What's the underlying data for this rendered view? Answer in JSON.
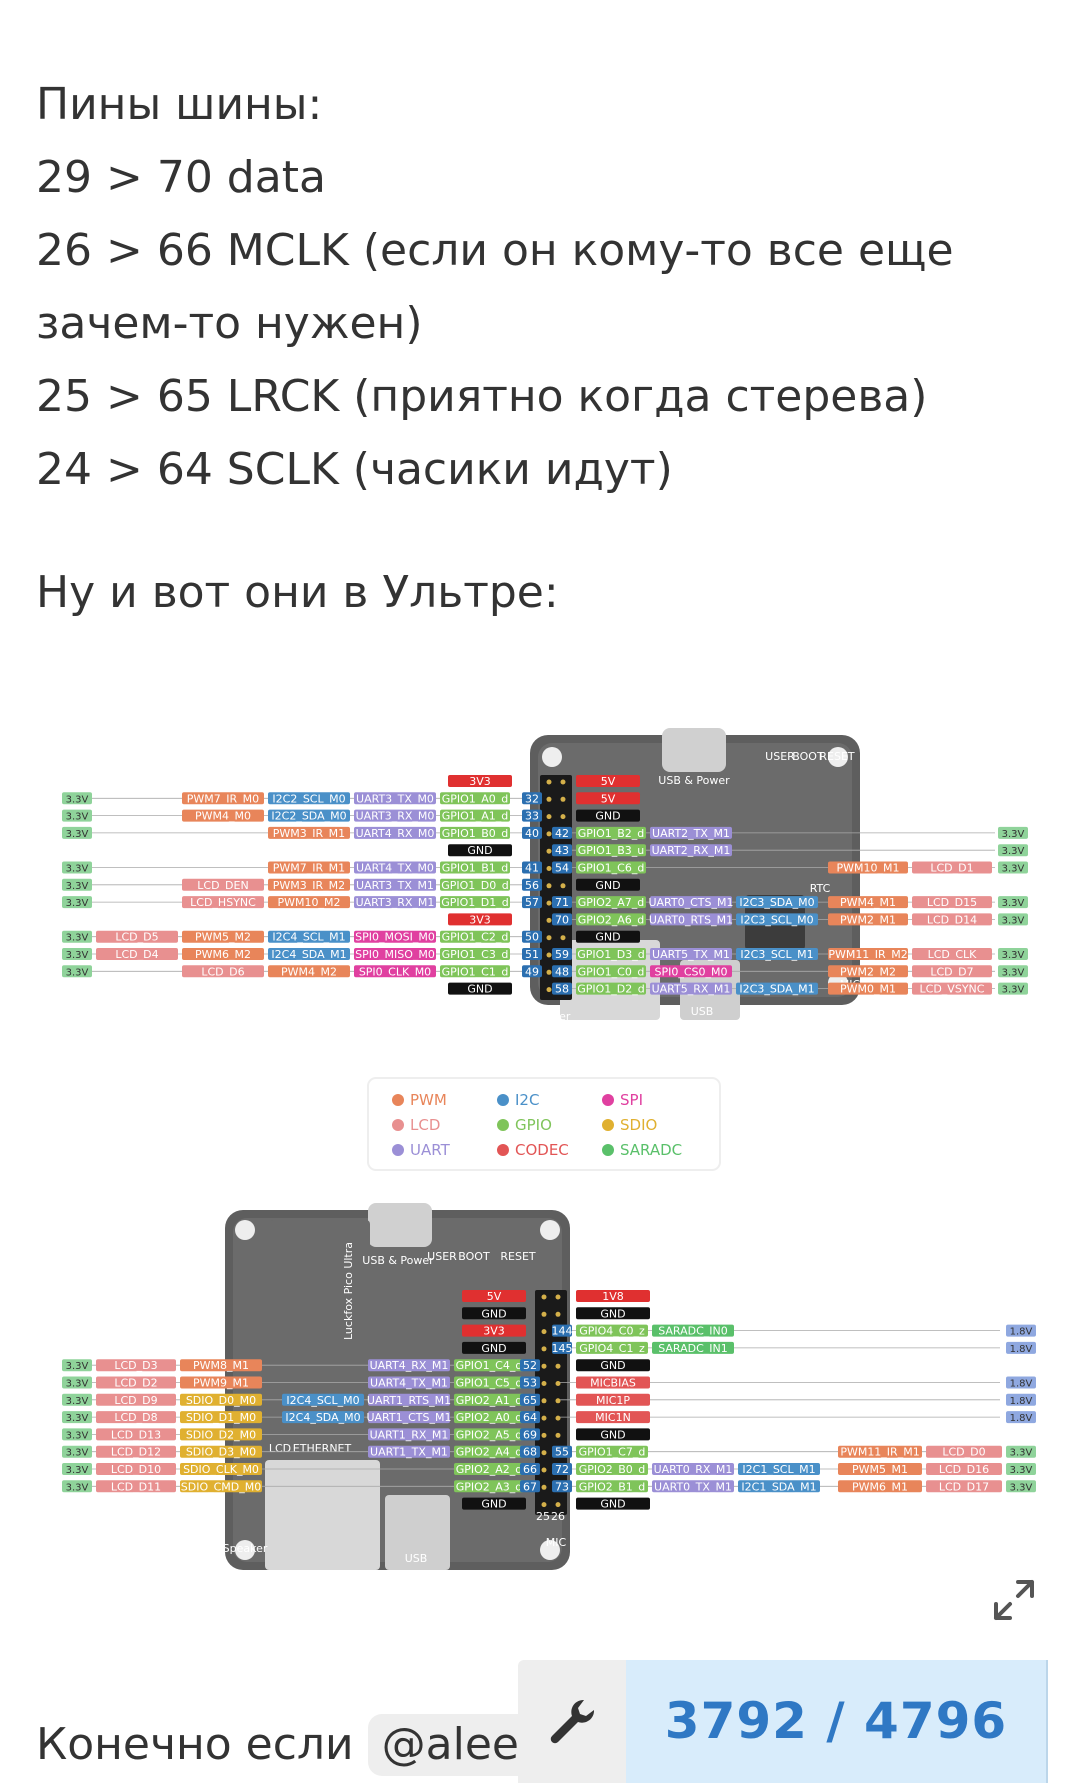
{
  "post": {
    "lines": [
      "Пины шины:",
      "29 > 70 data",
      "26 > 66 MCLK (если он кому-то все еще",
      "зачем-то нужен)",
      "25 > 65 LRCK (приятно когда стерева)",
      "24 > 64 SCLK (часики идут)"
    ],
    "line2": "Ну и вот они в Ультре:",
    "bottom_text": "Конечно если",
    "mention": "@aleev"
  },
  "pinout": {
    "colors": {
      "pwm": "#e8855a",
      "lcd": "#e89090",
      "uart": "#9b8fd6",
      "i2c": "#4a90c8",
      "gpio": "#7fc45a",
      "codec": "#e25555",
      "spi": "#e040a0",
      "sdio": "#e0b030",
      "saradc": "#5ac06a",
      "power5v": "#e03030",
      "gnd": "#111111",
      "volt": "#8fd39a",
      "v18": "#8fa8e0"
    },
    "legend": [
      {
        "label": "PWM",
        "color": "#e8855a"
      },
      {
        "label": "I2C",
        "color": "#4a90c8"
      },
      {
        "label": "SPI",
        "color": "#e040a0"
      },
      {
        "label": "LCD",
        "color": "#e89090"
      },
      {
        "label": "GPIO",
        "color": "#7fc45a"
      },
      {
        "label": "SDIO",
        "color": "#e0b030"
      },
      {
        "label": "UART",
        "color": "#9b8fd6"
      },
      {
        "label": "CODEC",
        "color": "#e25555"
      },
      {
        "label": "SARADC",
        "color": "#5ac06a"
      }
    ],
    "top_left": [
      {
        "pin": "",
        "labels": [
          "3V3"
        ]
      },
      {
        "pin": "32",
        "labels": [
          "3.3V",
          "PWM7_IR_M0",
          "I2C2_SCL_M0",
          "UART3_TX_M0",
          "GPIO1_A0_d"
        ]
      },
      {
        "pin": "33",
        "labels": [
          "3.3V",
          "PWM4_M0",
          "I2C2_SDA_M0",
          "UART3_RX_M0",
          "GPIO1_A1_d"
        ]
      },
      {
        "pin": "40",
        "labels": [
          "3.3V",
          "PWM3_IR_M1",
          "UART4_RX_M0",
          "GPIO1_B0_d"
        ]
      },
      {
        "pin": "",
        "labels": [
          "GND"
        ]
      },
      {
        "pin": "41",
        "labels": [
          "3.3V",
          "PWM7_IR_M1",
          "UART4_TX_M0",
          "GPIO1_B1_d"
        ]
      },
      {
        "pin": "56",
        "labels": [
          "3.3V",
          "LCD_DEN",
          "PWM3_IR_M2",
          "UART3_TX_M1",
          "GPIO1_D0_d"
        ]
      },
      {
        "pin": "57",
        "labels": [
          "3.3V",
          "LCD_HSYNC",
          "PWM10_M2",
          "UART3_RX_M1",
          "GPIO1_D1_d"
        ]
      },
      {
        "pin": "",
        "labels": [
          "3V3"
        ]
      },
      {
        "pin": "50",
        "labels": [
          "3.3V",
          "LCD_D5",
          "PWM5_M2",
          "I2C4_SCL_M1",
          "SPI0_MOSI_M0",
          "GPIO1_C2_d"
        ]
      },
      {
        "pin": "51",
        "labels": [
          "3.3V",
          "LCD_D4",
          "PWM6_M2",
          "I2C4_SDA_M1",
          "SPI0_MISO_M0",
          "GPIO1_C3_d"
        ]
      },
      {
        "pin": "49",
        "labels": [
          "3.3V",
          "LCD_D6",
          "PWM4_M2",
          "SPI0_CLK_M0",
          "GPIO1_C1_d"
        ]
      },
      {
        "pin": "",
        "labels": [
          "GND"
        ]
      }
    ],
    "top_right": [
      {
        "pin": "",
        "labels": [
          "5V"
        ]
      },
      {
        "pin": "",
        "labels": [
          "5V"
        ]
      },
      {
        "pin": "",
        "labels": [
          "GND"
        ]
      },
      {
        "pin": "42",
        "labels": [
          "GPIO1_B2_d",
          "UART2_TX_M1",
          "3.3V"
        ]
      },
      {
        "pin": "43",
        "labels": [
          "GPIO1_B3_u",
          "UART2_RX_M1",
          "3.3V"
        ]
      },
      {
        "pin": "54",
        "labels": [
          "GPIO1_C6_d",
          "PWM10_M1",
          "LCD_D1",
          "3.3V"
        ]
      },
      {
        "pin": "",
        "labels": [
          "GND"
        ]
      },
      {
        "pin": "71",
        "labels": [
          "GPIO2_A7_d",
          "UART0_CTS_M1",
          "I2C3_SDA_M0",
          "PWM4_M1",
          "LCD_D15",
          "3.3V"
        ]
      },
      {
        "pin": "70",
        "labels": [
          "GPIO2_A6_d",
          "UART0_RTS_M1",
          "I2C3_SCL_M0",
          "PWM2_M1",
          "LCD_D14",
          "3.3V"
        ]
      },
      {
        "pin": "",
        "labels": [
          "GND"
        ]
      },
      {
        "pin": "59",
        "labels": [
          "GPIO1_D3_d",
          "UART5_TX_M1",
          "I2C3_SCL_M1",
          "PWM11_IR_M2",
          "LCD_CLK",
          "3.3V"
        ]
      },
      {
        "pin": "48",
        "labels": [
          "GPIO1_C0_d",
          "SPI0_CS0_M0",
          "PWM2_M2",
          "LCD_D7",
          "3.3V"
        ]
      },
      {
        "pin": "58",
        "labels": [
          "GPIO1_D2_d",
          "UART5_RX_M1",
          "I2C3_SDA_M1",
          "PWM0_M1",
          "LCD_VSYNC",
          "3.3V"
        ]
      }
    ],
    "bottom_left": [
      {
        "pin": "",
        "labels": [
          "5V"
        ]
      },
      {
        "pin": "",
        "labels": [
          "GND"
        ]
      },
      {
        "pin": "",
        "labels": [
          "3V3"
        ]
      },
      {
        "pin": "",
        "labels": [
          "GND"
        ]
      },
      {
        "pin": "52",
        "labels": [
          "3.3V",
          "LCD_D3",
          "PWM8_M1",
          "UART4_RX_M1",
          "GPIO1_C4_d"
        ]
      },
      {
        "pin": "53",
        "labels": [
          "3.3V",
          "LCD_D2",
          "PWM9_M1",
          "UART4_TX_M1",
          "GPIO1_C5_d"
        ]
      },
      {
        "pin": "65",
        "labels": [
          "3.3V",
          "LCD_D9",
          "SDIO_D0_M0",
          "I2C4_SCL_M0",
          "UART1_RTS_M1",
          "GPIO2_A1_d"
        ]
      },
      {
        "pin": "64",
        "labels": [
          "3.3V",
          "LCD_D8",
          "SDIO_D1_M0",
          "I2C4_SDA_M0",
          "UART1_CTS_M1",
          "GPIO2_A0_d"
        ]
      },
      {
        "pin": "69",
        "labels": [
          "3.3V",
          "LCD_D13",
          "SDIO_D2_M0",
          "UART1_RX_M1",
          "GPIO2_A5_d"
        ]
      },
      {
        "pin": "68",
        "labels": [
          "3.3V",
          "LCD_D12",
          "SDIO_D3_M0",
          "UART1_TX_M1",
          "GPIO2_A4_d"
        ]
      },
      {
        "pin": "66",
        "labels": [
          "3.3V",
          "LCD_D10",
          "SDIO_CLK_M0",
          "GPIO2_A2_d"
        ]
      },
      {
        "pin": "67",
        "labels": [
          "3.3V",
          "LCD_D11",
          "SDIO_CMD_M0",
          "GPIO2_A3_d"
        ]
      },
      {
        "pin": "",
        "labels": [
          "GND"
        ]
      }
    ],
    "bottom_right": [
      {
        "pin": "",
        "labels": [
          "1V8"
        ]
      },
      {
        "pin": "",
        "labels": [
          "GND"
        ]
      },
      {
        "pin": "144",
        "labels": [
          "GPIO4_C0_z",
          "SARADC_IN0",
          "1.8V"
        ]
      },
      {
        "pin": "145",
        "labels": [
          "GPIO4_C1_z",
          "SARADC_IN1",
          "1.8V"
        ]
      },
      {
        "pin": "",
        "labels": [
          "GND"
        ]
      },
      {
        "pin": "",
        "labels": [
          "MICBIAS",
          "1.8V"
        ]
      },
      {
        "pin": "",
        "labels": [
          "MIC1P",
          "1.8V"
        ]
      },
      {
        "pin": "",
        "labels": [
          "MIC1N",
          "1.8V"
        ]
      },
      {
        "pin": "",
        "labels": [
          "GND"
        ]
      },
      {
        "pin": "55",
        "labels": [
          "GPIO1_C7_d",
          "PWM11_IR_M1",
          "LCD_D0",
          "3.3V"
        ]
      },
      {
        "pin": "72",
        "labels": [
          "GPIO2_B0_d",
          "UART0_RX_M1",
          "I2C1_SCL_M1",
          "PWM5_M1",
          "LCD_D16",
          "3.3V"
        ]
      },
      {
        "pin": "73",
        "labels": [
          "GPIO2_B1_d",
          "UART0_TX_M1",
          "I2C1_SDA_M1",
          "PWM6_M1",
          "LCD_D17",
          "3.3V"
        ]
      },
      {
        "pin": "",
        "labels": [
          "GND"
        ]
      }
    ],
    "board_top": {
      "usb": "USB & Power",
      "user": "USER",
      "boot": "BOOT",
      "reset": "RESET",
      "rtc": "RTC",
      "speaker": "Speaker",
      "usb2": "USB",
      "mic": "MIC"
    },
    "board_bottom": {
      "usb": "USB & Power",
      "user": "USER",
      "boot": "BOOT",
      "reset": "RESET",
      "name": "Luckfox Pico Ultra",
      "lcd": "LCD",
      "ethernet": "ETHERNET",
      "speaker": "Speaker",
      "usb2": "USB",
      "mic": "MIC",
      "pin25": "25",
      "pin26": "26"
    }
  },
  "counter": {
    "current": "3792",
    "total": "4796",
    "text": "3792 / 4796"
  },
  "icons": [
    "expand-icon",
    "wrench-icon"
  ]
}
